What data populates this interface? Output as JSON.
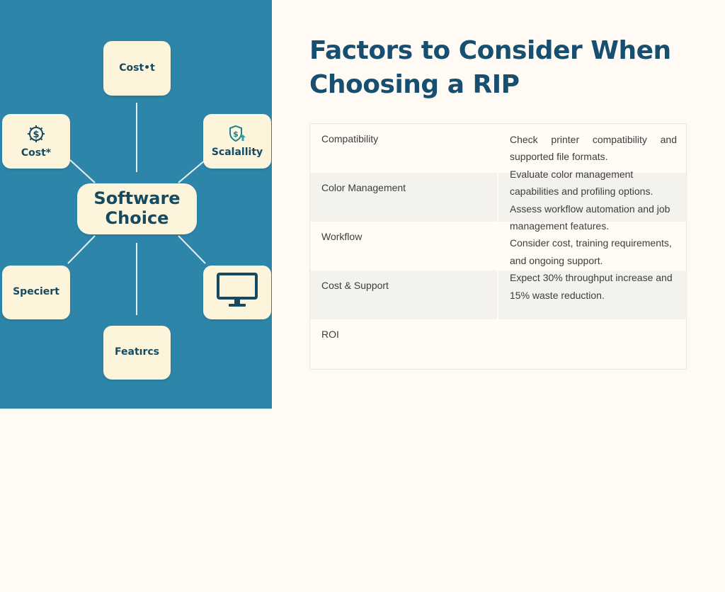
{
  "diagram": {
    "center_label": "Software Choice",
    "nodes": {
      "top": "Cost•t",
      "upper_left": "Cost*",
      "upper_right": "Scalallity",
      "lower_left": "Speciert",
      "bottom": "Featırcs"
    },
    "icons": {
      "upper_left": "dollar-gear-icon",
      "upper_right": "dollar-shield-up-icon",
      "lower_right": "monitor-icon"
    },
    "colors": {
      "background": "#2d86aa",
      "node_fill": "#fcf4db",
      "node_text": "#144b63"
    }
  },
  "heading": "Factors to Consider When Choosing a RIP",
  "factors": [
    {
      "name": "Compatibility"
    },
    {
      "name": "Color Management"
    },
    {
      "name": "Workflow"
    },
    {
      "name": "Cost & Support"
    },
    {
      "name": "ROI"
    }
  ],
  "descriptions": [
    "Check printer compatibility and supported file formats.",
    "Evaluate color management capabilities and profiling options.",
    "Assess workflow automation and job management features.",
    "Consider cost, training requirements, and ongoing support.",
    "Expect 30% throughput increase and 15% waste reduction."
  ]
}
